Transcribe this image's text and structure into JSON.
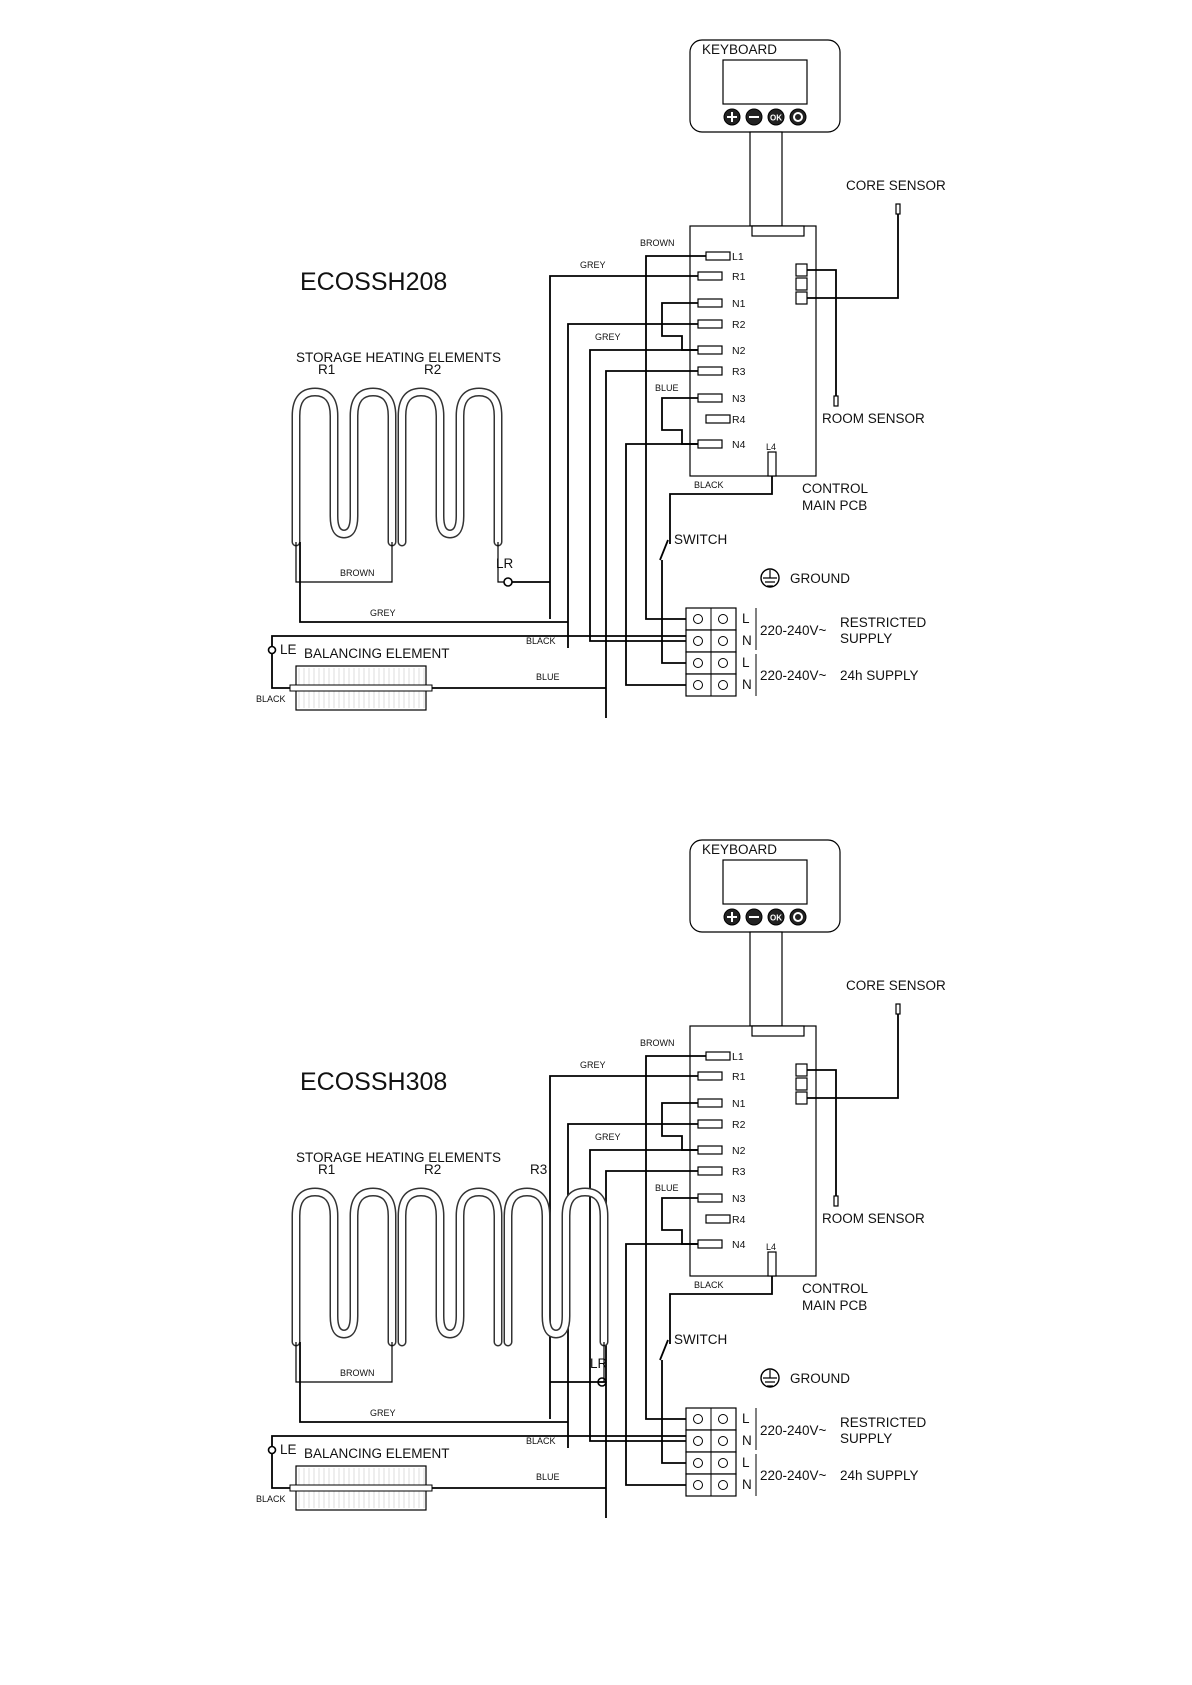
{
  "diagrams": [
    {
      "model": "ECOSSH208",
      "keyboard_label": "KEYBOARD",
      "core_sensor_label": "CORE SENSOR",
      "room_sensor_label": "ROOM SENSOR",
      "pcb_label_line1": "CONTROL",
      "pcb_label_line2": "MAIN PCB",
      "elements_title": "STORAGE HEATING ELEMENTS",
      "element_labels": [
        "R1",
        "R2"
      ],
      "terminals": [
        "L1",
        "R1",
        "N1",
        "R2",
        "N2",
        "R3",
        "N3",
        "R4",
        "N4"
      ],
      "l4_label": "L4",
      "wire_labels": {
        "brown_top": "BROWN",
        "grey_top": "GREY",
        "grey_mid": "GREY",
        "blue_mid": "BLUE",
        "black_l4": "BLACK",
        "brown_el": "BROWN",
        "grey_el": "GREY",
        "black_le": "BLACK",
        "blue_bal": "BLUE",
        "black_bal": "BLACK"
      },
      "switch_label": "SWITCH",
      "ground_label": "GROUND",
      "lr_label": "LR",
      "le_label": "LE",
      "balancing_label": "BALANCING ELEMENT",
      "supply": {
        "L": "L",
        "N": "N",
        "voltage": "220-240V~",
        "restricted_1": "RESTRICTED",
        "restricted_2": "SUPPLY",
        "supply_24h": "24h SUPPLY"
      },
      "keyboard_buttons": [
        "plus-button-icon",
        "minus-button-icon",
        "ok-button-icon",
        "settings-button-icon"
      ],
      "ok_text": "OK"
    },
    {
      "model": "ECOSSH308",
      "keyboard_label": "KEYBOARD",
      "core_sensor_label": "CORE SENSOR",
      "room_sensor_label": "ROOM SENSOR",
      "pcb_label_line1": "CONTROL",
      "pcb_label_line2": "MAIN PCB",
      "elements_title": "STORAGE HEATING ELEMENTS",
      "element_labels": [
        "R1",
        "R2",
        "R3"
      ],
      "terminals": [
        "L1",
        "R1",
        "N1",
        "R2",
        "N2",
        "R3",
        "N3",
        "R4",
        "N4"
      ],
      "l4_label": "L4",
      "wire_labels": {
        "brown_top": "BROWN",
        "grey_top": "GREY",
        "grey_mid": "GREY",
        "blue_mid": "BLUE",
        "black_l4": "BLACK",
        "brown_el": "BROWN",
        "grey_el": "GREY",
        "black_le": "BLACK",
        "blue_bal": "BLUE",
        "black_bal": "BLACK"
      },
      "switch_label": "SWITCH",
      "ground_label": "GROUND",
      "lr_label": "LR",
      "le_label": "LE",
      "balancing_label": "BALANCING ELEMENT",
      "supply": {
        "L": "L",
        "N": "N",
        "voltage": "220-240V~",
        "restricted_1": "RESTRICTED",
        "restricted_2": "SUPPLY",
        "supply_24h": "24h SUPPLY"
      },
      "keyboard_buttons": [
        "plus-button-icon",
        "minus-button-icon",
        "ok-button-icon",
        "settings-button-icon"
      ],
      "ok_text": "OK"
    }
  ]
}
